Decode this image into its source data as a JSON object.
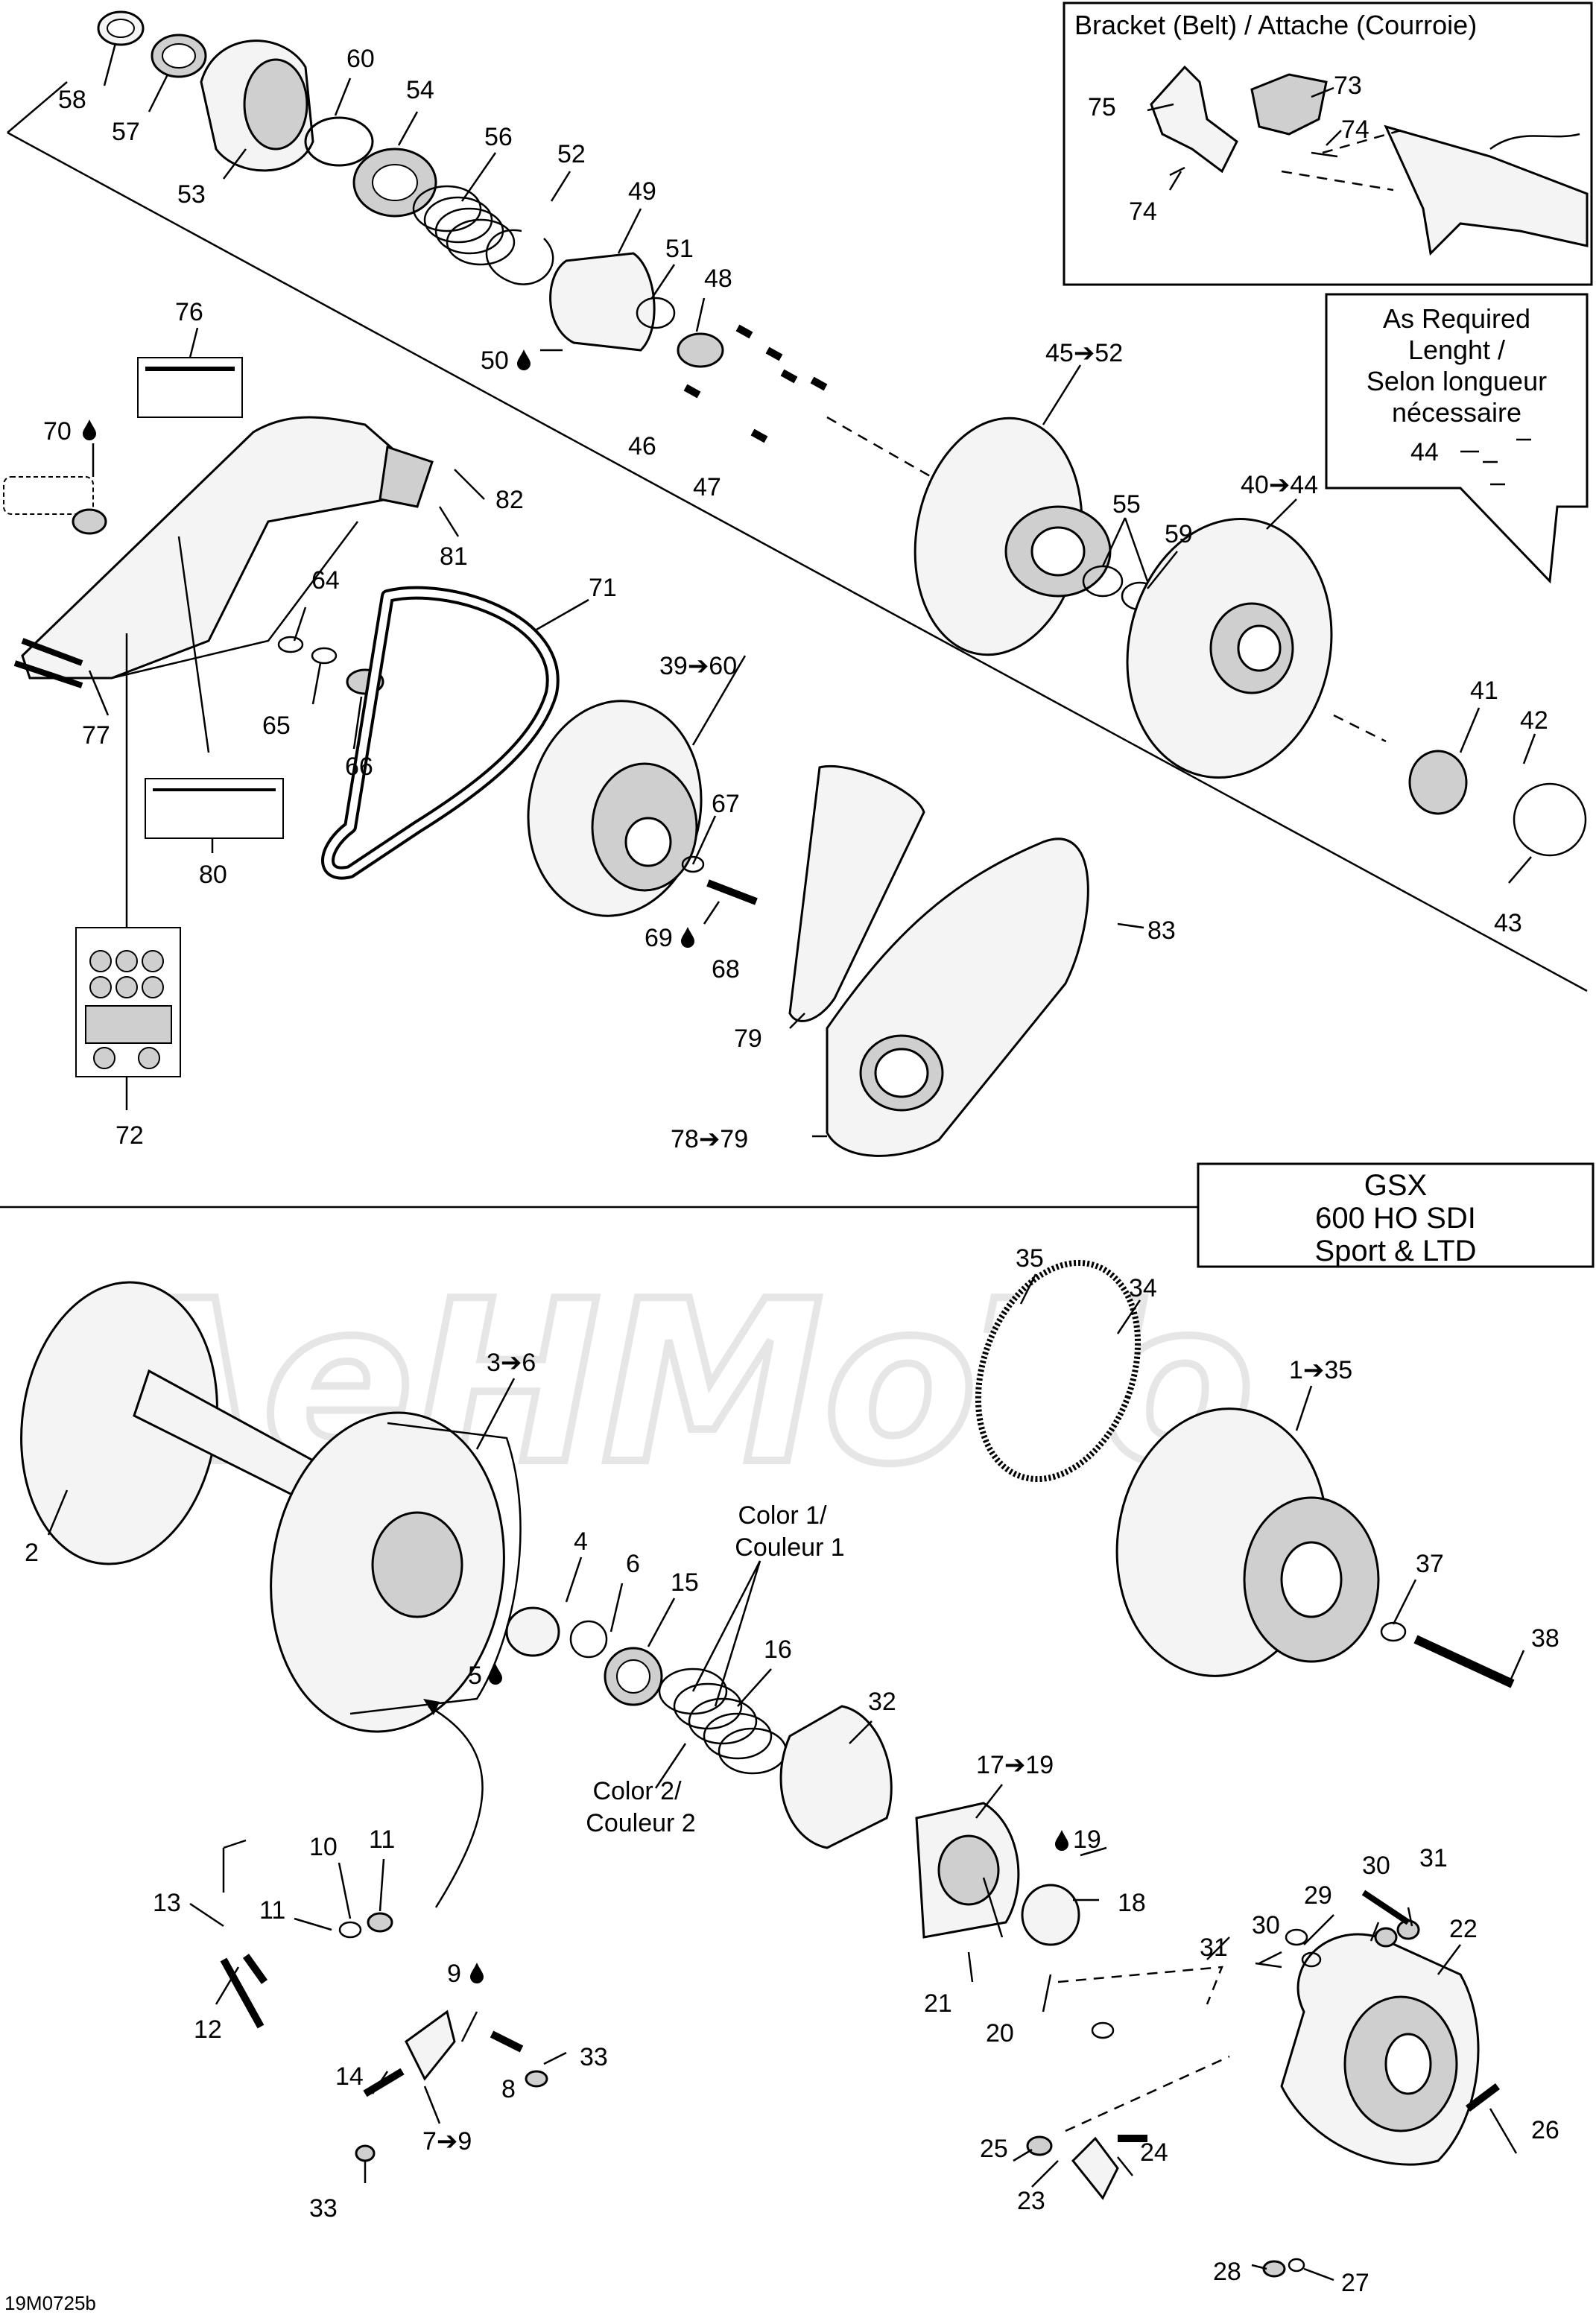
{
  "bracket_box": {
    "title": "Bracket (Belt) / Attache (Courroie)"
  },
  "required_box": {
    "lines": [
      "As Required",
      "Lenght /",
      "Selon longueur",
      "nécessaire"
    ]
  },
  "model_box": {
    "lines": [
      "GSX",
      "600 HO SDI",
      "Sport & LTD"
    ]
  },
  "color_notes": {
    "color1": [
      "Color 1/",
      "Couleur 1"
    ],
    "color2": [
      "Color 2/",
      "Couleur 2"
    ]
  },
  "figure_code": "19M0725b",
  "watermark": "AeHMoTo",
  "icons": {
    "lubricant": "drop-icon",
    "range": "arrow-right-icon"
  },
  "callouts": {
    "c58": "58",
    "c57": "57",
    "c53": "53",
    "c60": "60",
    "c54": "54",
    "c56": "56",
    "c52": "52",
    "c49": "49",
    "c51": "51",
    "c48": "48",
    "c50": "50",
    "c46": "46",
    "c47": "47",
    "c45_52": "45➔52",
    "c55": "55",
    "c59": "59",
    "c40_44": "40➔44",
    "c41": "41",
    "c42": "42",
    "c43": "43",
    "c44": "44",
    "c73": "73",
    "c74a": "74",
    "c74b": "74",
    "c75": "75",
    "c76": "76",
    "c70": "70",
    "c82": "82",
    "c81": "81",
    "c64": "64",
    "c65": "65",
    "c66": "66",
    "c71": "71",
    "c77": "77",
    "c80": "80",
    "c39_60": "39➔60",
    "c67": "67",
    "c69": "69",
    "c68": "68",
    "c83": "83",
    "c79": "79",
    "c72": "72",
    "c78_79": "78➔79",
    "c35": "35",
    "c34": "34",
    "c1_35": "1➔35",
    "c3_6": "3➔6",
    "c2": "2",
    "c37": "37",
    "c38": "38",
    "c4": "4",
    "c6": "6",
    "c15": "15",
    "c16": "16",
    "c5": "5",
    "c32": "32",
    "c17_19": "17➔19",
    "c19": "19",
    "c18": "18",
    "c10": "10",
    "c11a": "11",
    "c11b": "11",
    "c13": "13",
    "c12": "12",
    "c9": "9",
    "c33a": "33",
    "c14": "14",
    "c8": "8",
    "c7_9": "7➔9",
    "c33b": "33",
    "c21": "21",
    "c20": "20",
    "c29": "29",
    "c30a": "30",
    "c31a": "31",
    "c30b": "30",
    "c31b": "31",
    "c22": "22",
    "c25": "25",
    "c24": "24",
    "c23": "23",
    "c26": "26",
    "c28": "28",
    "c27": "27"
  }
}
